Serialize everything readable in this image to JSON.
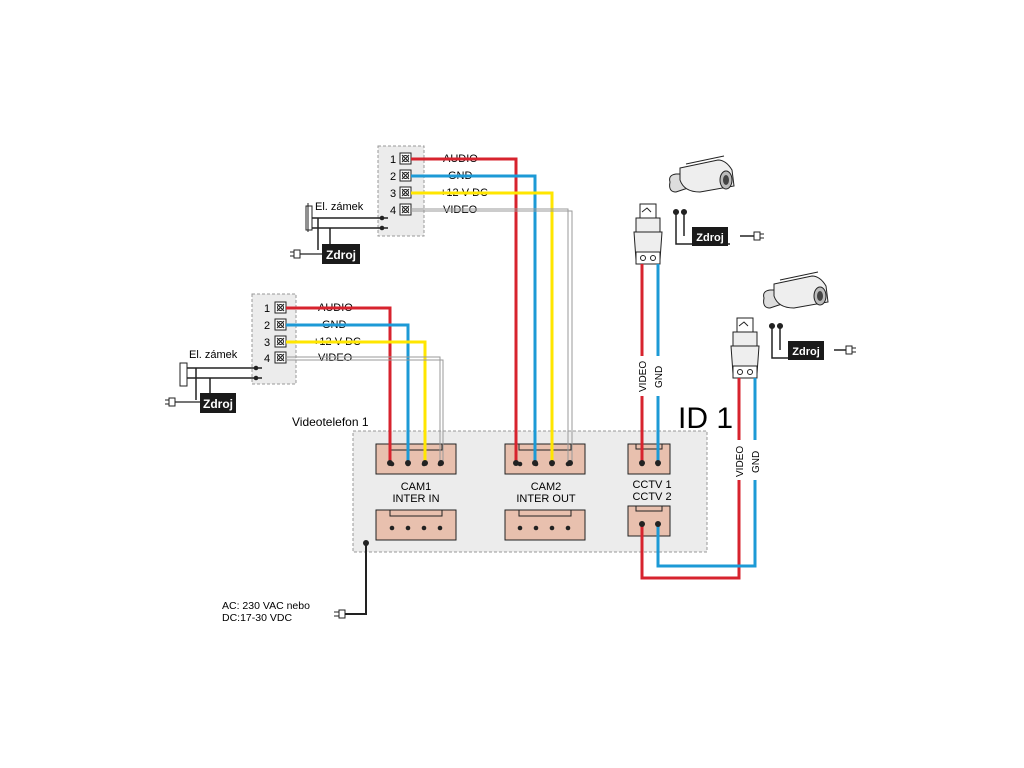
{
  "diagram": {
    "id_label": "ID 1",
    "videophone_label": "Videotelefon 1",
    "power_note_line1": "AC: 230 VAC nebo",
    "power_note_line2": "DC:17-30 VDC",
    "door_panels": [
      {
        "lock_label": "El. zámek",
        "power_label": "Zdroj",
        "terminals": [
          {
            "num": "1",
            "signal": "AUDIO"
          },
          {
            "num": "2",
            "signal": "GND"
          },
          {
            "num": "3",
            "signal": "+12 V DC"
          },
          {
            "num": "4",
            "signal": "VIDEO"
          }
        ]
      },
      {
        "lock_label": "El. zámek",
        "power_label": "Zdroj",
        "terminals": [
          {
            "num": "1",
            "signal": "AUDIO"
          },
          {
            "num": "2",
            "signal": "GND"
          },
          {
            "num": "3",
            "signal": "+12 V DC"
          },
          {
            "num": "4",
            "signal": "VIDEO"
          }
        ]
      }
    ],
    "connectors": [
      {
        "line1": "CAM1",
        "line2": "INTER IN"
      },
      {
        "line1": "CAM2",
        "line2": "INTER OUT"
      },
      {
        "line1": "CCTV 1",
        "line2": "CCTV 2"
      }
    ],
    "cameras": [
      {
        "power_label": "Zdroj",
        "video_label": "VIDEO",
        "gnd_label": "GND"
      },
      {
        "power_label": "Zdroj",
        "video_label": "VIDEO",
        "gnd_label": "GND"
      }
    ],
    "wire_colors": {
      "audio": "#d7232e",
      "gnd": "#1c9ad6",
      "power": "#ffe600",
      "video": "#9a9a9a"
    }
  }
}
